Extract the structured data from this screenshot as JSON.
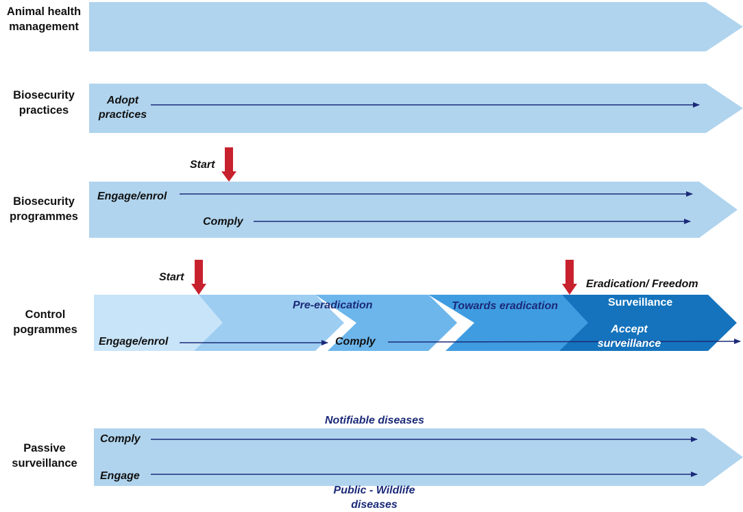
{
  "rows": {
    "animal_health": {
      "label": "Animal health\nmanagement"
    },
    "biosecurity_practices": {
      "label": "Biosecurity\npractices",
      "adopt": "Adopt\npractices"
    },
    "biosecurity_programmes": {
      "label": "Biosecurity\nprogrammes",
      "start": "Start",
      "engage": "Engage/enrol",
      "comply": "Comply"
    },
    "control_programmes": {
      "label": "Control\npogrammes",
      "start": "Start",
      "stages": [
        "Pre-eradication",
        "Towards eradication",
        "Eradication/ Freedom",
        "Surveillance"
      ],
      "engage": "Engage/enrol",
      "comply": "Comply",
      "accept": "Accept\nsurveillance"
    },
    "passive_surveillance": {
      "label": "Passive\nsurveillance",
      "notifiable": "Notifiable diseases",
      "comply": "Comply",
      "engage": "Engage",
      "public": "Public - Wildlife\ndiseases"
    }
  },
  "colors": {
    "band": "#b0d4ee",
    "control_stage_1": "#c8e4f8",
    "control_stage_2": "#9dcdf1",
    "control_stage_3": "#6cb6ec",
    "control_stage_4": "#3f9ce1",
    "control_stage_5": "#1473bc",
    "arrow_line": "#1b2a78",
    "start_marker": "#c8212e"
  }
}
